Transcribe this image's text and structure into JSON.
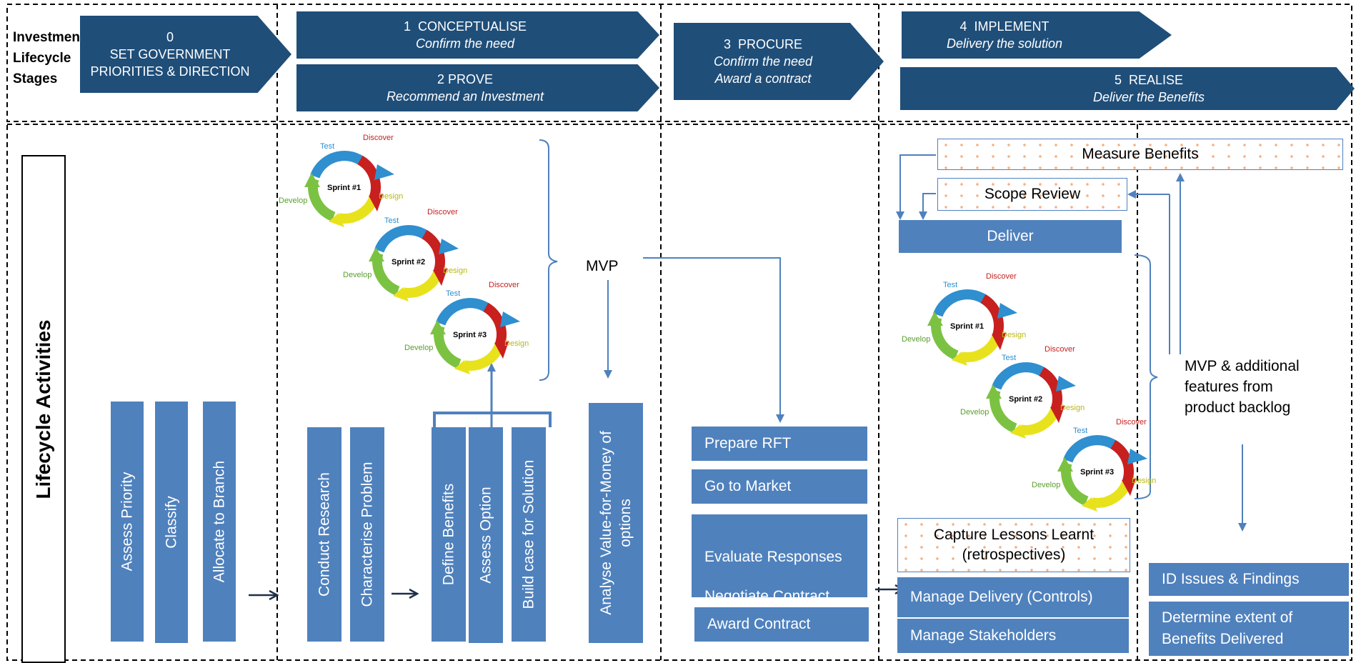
{
  "header": {
    "stage_label": [
      "Investment",
      "Lifecycle",
      "Stages"
    ],
    "stages": [
      {
        "num": "0",
        "title": "SET GOVERNMENT",
        "title2": "PRIORITIES & DIRECTION"
      },
      {
        "num": "1",
        "title": "CONCEPTUALISE",
        "subtitle": "Confirm the need"
      },
      {
        "num": "2",
        "title": "PROVE",
        "subtitle": "Recommend an Investment"
      },
      {
        "num": "3",
        "title": "PROCURE",
        "subtitle": "Confirm the need",
        "subtitle2": "Award a contract"
      },
      {
        "num": "4",
        "title": "IMPLEMENT",
        "subtitle": "Delivery the solution"
      },
      {
        "num": "5",
        "title": "REALISE",
        "subtitle": "Deliver the Benefits"
      }
    ]
  },
  "side_label": "Lifecycle Activities",
  "activities": {
    "stage0": [
      "Assess Priority",
      "Classify",
      "Allocate to Branch"
    ],
    "stage1": [
      "Conduct Research",
      "Characterise Problem"
    ],
    "stage2": [
      "Define Benefits",
      "Assess Option",
      "Build case for Solution"
    ],
    "analyse": [
      "Analyse Value-for-Money of",
      "options"
    ],
    "mvp": "MVP",
    "procure": [
      "Prepare RFT",
      "Go to Market",
      "Evaluate Responses",
      "Negotiate Contract",
      "Award Contract"
    ],
    "implement": {
      "measure": "Measure Benefits",
      "scope": "Scope Review",
      "deliver": "Deliver",
      "lessons": [
        "Capture Lessons Learnt",
        "(retrospectives)"
      ],
      "manage_delivery": "Manage Delivery (Controls)",
      "manage_stakeholders": "Manage Stakeholders"
    },
    "realise": {
      "mvp_additional": [
        "MVP & additional",
        "features from",
        "product backlog"
      ],
      "id_issues": "ID Issues & Findings",
      "benefits": [
        "Determine extent of",
        "Benefits Delivered"
      ]
    }
  },
  "sprint": {
    "labels": [
      "Sprint #1",
      "Sprint #2",
      "Sprint #3"
    ],
    "phases": {
      "discover": "Discover",
      "design": "Design",
      "develop": "Develop",
      "test": "Test"
    }
  },
  "colors": {
    "navy": "#1f4e79",
    "mid_blue": "#4f81bd",
    "dot": "#f4b183",
    "line": "#4f81bd"
  }
}
